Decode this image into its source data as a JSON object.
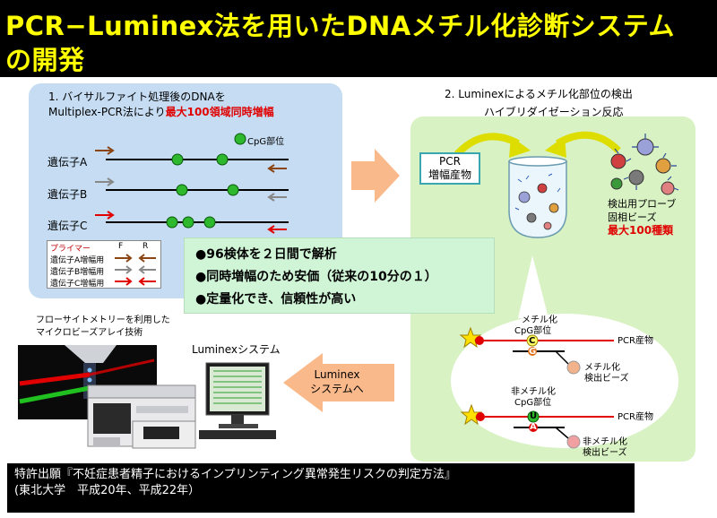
{
  "title": {
    "line1": "PCR−Luminex法を用いたDNAメチル化診断システム",
    "line2": "の開発"
  },
  "panel1": {
    "heading_line1": "1. バイサルファイト処理後のDNAを",
    "heading_line2_prefix": "Multiplex-PCR法により",
    "heading_line2_highlight": "最大100領域同時増幅",
    "cpg_label": "CpG部位",
    "genes": [
      "遺伝子A",
      "遺伝子B",
      "遺伝子C"
    ],
    "legend": {
      "title": "プライマー",
      "col_f": "F",
      "col_r": "R",
      "rows": [
        "遺伝子A増幅用",
        "遺伝子B増幅用",
        "遺伝子C増幅用"
      ]
    }
  },
  "bullets": [
    "●96検体を２日間で解析",
    "●同時増幅のため安価（従来の10分の１）",
    "●定量化でき、信頼性が高い"
  ],
  "panel2": {
    "heading": "2. Luminexによるメチル化部位の検出",
    "subheading": "ハイブリダイゼーション反応",
    "pcr_box_line1": "PCR",
    "pcr_box_line2": "増幅産物",
    "probe_line1": "検出用プローブ",
    "probe_line2": "固相ビーズ",
    "probe_highlight": "最大100種類",
    "bubble": {
      "methyl_line1": "メチル化",
      "methyl_line2": "CpG部位",
      "pcr_product_1": "PCR産物",
      "methyl_bead_line1": "メチル化",
      "methyl_bead_line2": "検出ビーズ",
      "unmethyl_line1": "非メチル化",
      "unmethyl_line2": "CpG部位",
      "pcr_product_2": "PCR産物",
      "unmethyl_bead_line1": "非メチル化",
      "unmethyl_bead_line2": "検出ビーズ",
      "letter_c": "C",
      "letter_g": "G",
      "letter_u": "U",
      "letter_a": "A"
    }
  },
  "flow": {
    "caption_line1": "フローサイトメトリーを利用した",
    "caption_line2": "マイクロビーズアレイ技術",
    "system_label": "Luminexシステム",
    "arrow_line1": "Luminex",
    "arrow_line2": "システムへ"
  },
  "footer": {
    "line1": "特許出願『不妊症患者精子におけるインプリンティング異常発生リスクの判定方法』",
    "line2": "(東北大学　平成20年、平成22年）"
  },
  "colors": {
    "title_text": "#ffff00",
    "highlight_red": "#e00000",
    "arrow_orange": "#f9b98a",
    "cpg_green": "#2db82d",
    "panel1_bg": "#c5dcf2",
    "panel2_bg": "#d9f2c4"
  }
}
